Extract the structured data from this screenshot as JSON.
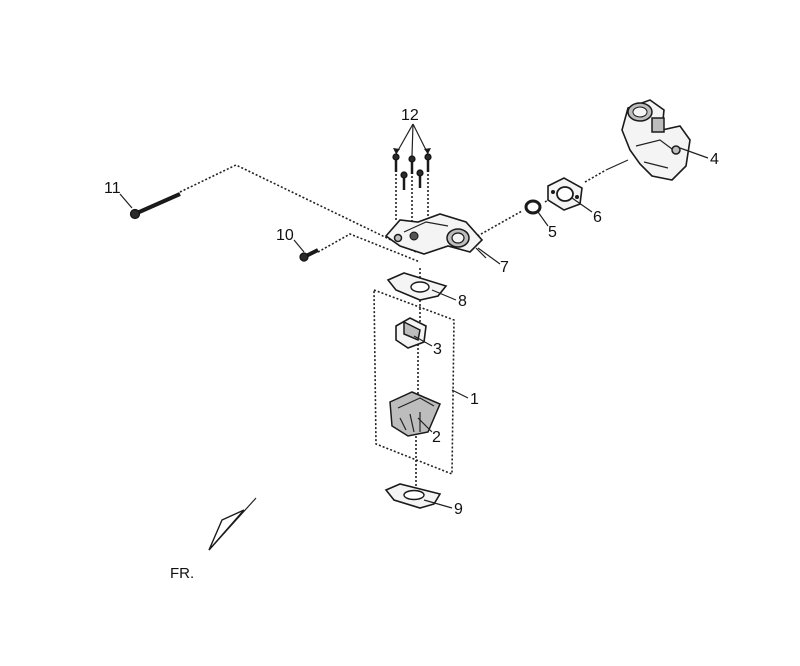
{
  "diagram": {
    "callouts": {
      "c1": "1",
      "c2": "2",
      "c3": "3",
      "c4": "4",
      "c5": "5",
      "c6": "6",
      "c7": "7",
      "c8": "8",
      "c9": "9",
      "c10": "10",
      "c11": "11",
      "c12": "12"
    },
    "front_label": "FR."
  }
}
